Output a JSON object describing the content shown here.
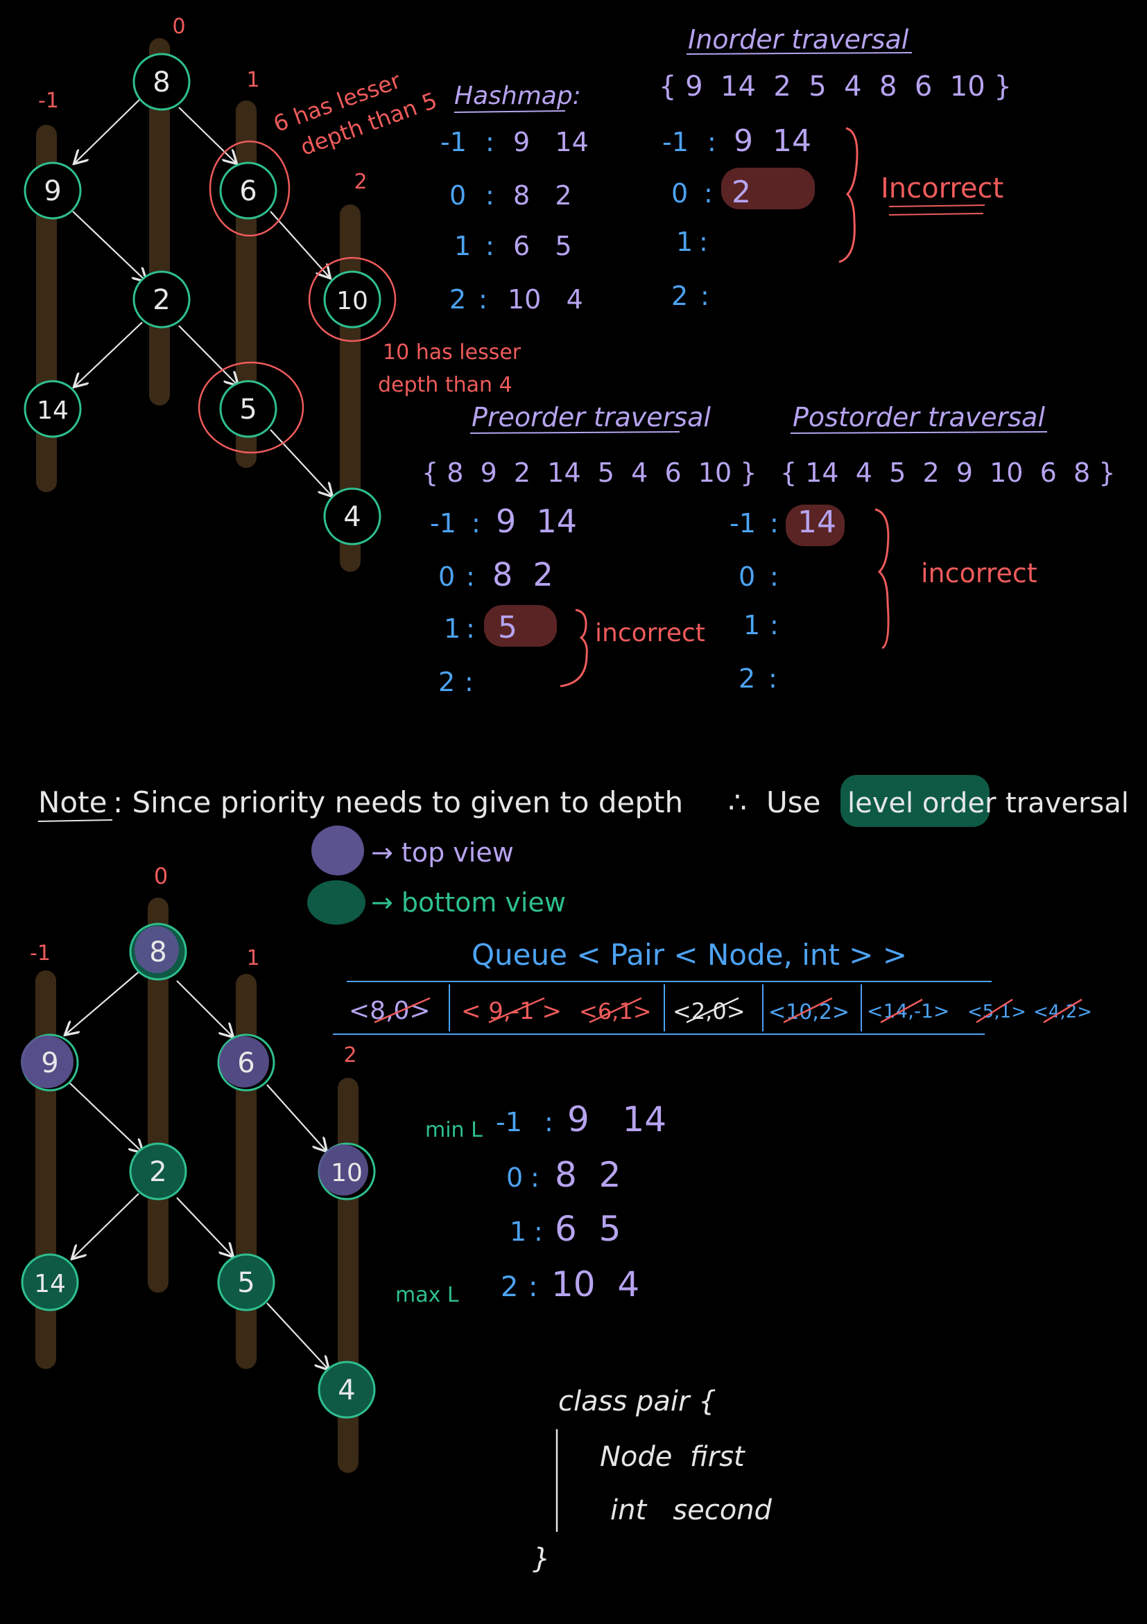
{
  "colors": {
    "background": "#000000",
    "column": "#3b2a16",
    "node_ring": "#2fbf8f",
    "node_text": "#e8e8e8",
    "edge": "#e6e6e6",
    "red": "#ef5b5b",
    "purple": "#b6a4f0",
    "blue": "#4da3f2",
    "green": "#2fbf8f",
    "white": "#e6e6e6",
    "top_fill": "#5b5290",
    "bottom_fill": "#0e5a45",
    "highlight": "#5a2424"
  },
  "tree1": {
    "col_labels": [
      "-1",
      "0",
      "1",
      "2"
    ],
    "nodes": [
      "8",
      "9",
      "6",
      "2",
      "10",
      "14",
      "5",
      "4"
    ],
    "note_6": [
      "6 has lesser",
      "depth than 5"
    ],
    "note_10": [
      "10 has lesser",
      "depth than 4"
    ]
  },
  "hashmap": {
    "title": "Hashmap:",
    "rows": [
      {
        "key": "-1",
        "sep": ":",
        "vals": "9   14"
      },
      {
        "key": "0",
        "sep": ":",
        "vals": "8   2"
      },
      {
        "key": "1",
        "sep": ":",
        "vals": "6   5"
      },
      {
        "key": "2",
        "sep": ":",
        "vals": "10   4"
      }
    ]
  },
  "inorder": {
    "title": "Inorder traversal",
    "sequence": "{ 9  14  2  5  4  8  6  10 }",
    "rows": [
      {
        "key": "-1",
        "sep": ":",
        "vals": "9  14"
      },
      {
        "key": "0",
        "sep": ":",
        "vals": "2"
      },
      {
        "key": "1",
        "sep": ":",
        "vals": ""
      },
      {
        "key": "2",
        "sep": ":",
        "vals": ""
      }
    ],
    "verdict": "Incorrect"
  },
  "preorder": {
    "title": "Preorder traversal",
    "sequence": "{ 8  9  2  14  5  4  6  10 }",
    "rows": [
      {
        "key": "-1",
        "sep": ":",
        "vals": "9  14"
      },
      {
        "key": "0",
        "sep": ":",
        "vals": "8  2"
      },
      {
        "key": "1",
        "sep": ":",
        "vals": "5"
      },
      {
        "key": "2",
        "sep": ":",
        "vals": ""
      }
    ],
    "verdict": "incorrect"
  },
  "postorder": {
    "title": "Postorder traversal",
    "sequence": "{ 14  4  5  2  9  10  6  8 }",
    "rows": [
      {
        "key": "-1",
        "sep": ":",
        "vals": "14"
      },
      {
        "key": "0",
        "sep": ":",
        "vals": ""
      },
      {
        "key": "1",
        "sep": ":",
        "vals": ""
      },
      {
        "key": "2",
        "sep": ":",
        "vals": ""
      }
    ],
    "verdict": "incorrect"
  },
  "note": {
    "label": "Note",
    "text1": ": Since priority needs to given to depth",
    "therefore": "∴",
    "text2": "Use",
    "highlight": "level order",
    "text3": "traversal"
  },
  "legend": {
    "top": "→ top view",
    "bottom": "→ bottom view"
  },
  "tree2": {
    "col_labels": [
      "-1",
      "0",
      "1",
      "2"
    ],
    "nodes": [
      "8",
      "9",
      "6",
      "2",
      "10",
      "14",
      "5",
      "4"
    ]
  },
  "queue": {
    "title": "Queue < Pair < Node, int > >",
    "items": [
      "<8,0>",
      "< 9,-1 >",
      "<6,1>",
      "<2,0>",
      "<10,2>",
      "<14,-1>",
      "<5,1>",
      "<4,2>"
    ]
  },
  "result": {
    "min_label": "min L",
    "max_label": "max L",
    "rows": [
      {
        "key": "-1",
        "sep": ":",
        "vals": "9   14"
      },
      {
        "key": "0",
        "sep": ":",
        "vals": "8  2"
      },
      {
        "key": "1",
        "sep": ":",
        "vals": "6  5"
      },
      {
        "key": "2",
        "sep": ":",
        "vals": "10  4"
      }
    ]
  },
  "code": {
    "line1": "class pair {",
    "line2": "Node  first",
    "line3": "int   second",
    "line4": "}"
  }
}
